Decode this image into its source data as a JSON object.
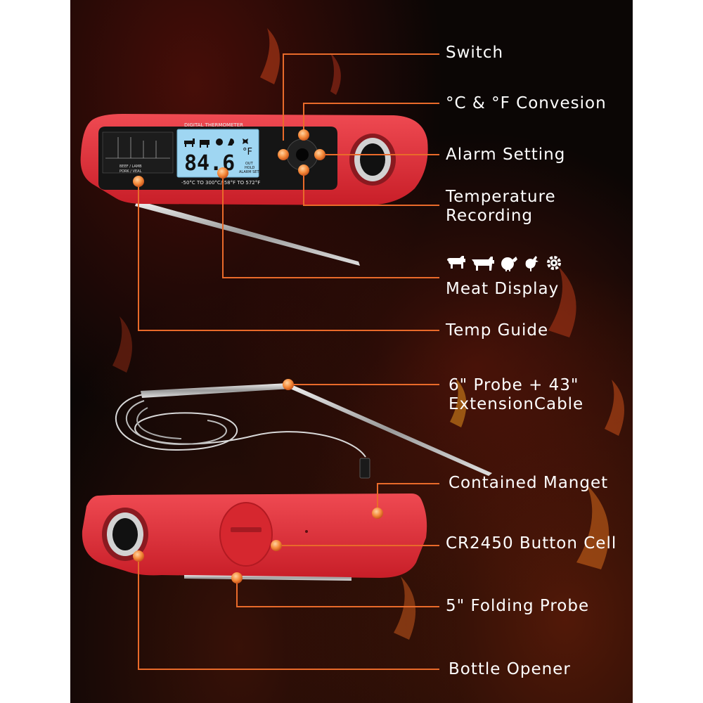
{
  "callouts": {
    "switch": "Switch",
    "conversion": "°C & °F Convesion",
    "alarm": "Alarm Setting",
    "recording_line1": "Temperature",
    "recording_line2": "Recording",
    "meat_display": "Meat Display",
    "temp_guide": "Temp Guide",
    "probe_line1": "6\" Probe + 43\"",
    "probe_line2": "ExtensionCable",
    "magnet": "Contained Manget",
    "battery": "CR2450 Button Cell",
    "folding_probe": "5\" Folding Probe",
    "bottle_opener": "Bottle Opener"
  },
  "device": {
    "header": "DIGITAL THERMOMETER",
    "reading": "84.6",
    "unit": "°F",
    "status_out": "OUT",
    "status_hold": "HOLD",
    "status_alarm": "ALARM SET",
    "range": "-50°C TO 300°C/-58°F TO 572°F"
  },
  "meat_icons": [
    "cow-icon",
    "cattle-icon",
    "turkey-icon",
    "chicken-icon",
    "gear-icon"
  ],
  "colors": {
    "device_red": "#d82a34",
    "callout_line": "#e96a2a",
    "callout_dot": "#f58a3a",
    "lcd": "#9fd6f2"
  }
}
